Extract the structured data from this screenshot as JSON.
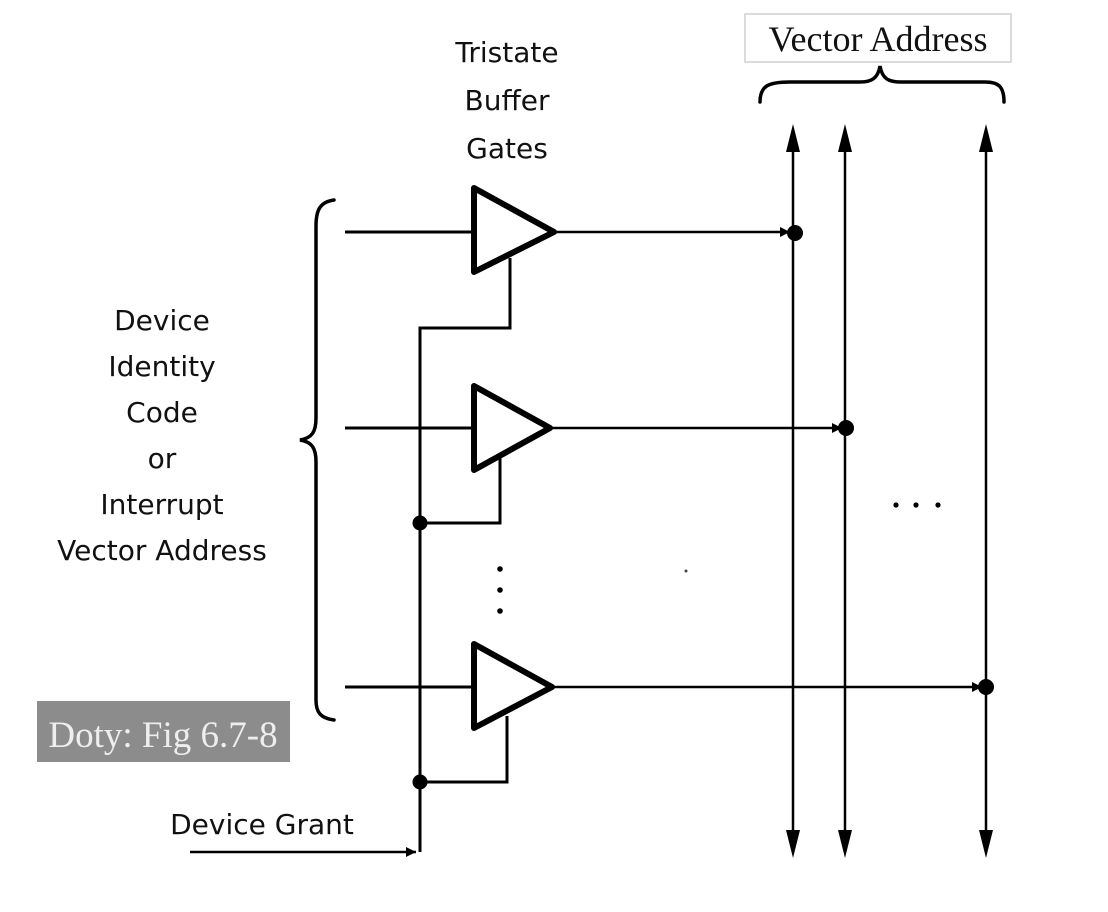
{
  "diagram": {
    "title_label": "Vector Address",
    "gates_label": [
      "Tristate",
      "Buffer",
      "Gates"
    ],
    "input_label": [
      "Device",
      "Identity",
      "Code",
      "or",
      "Interrupt",
      "Vector Address"
    ],
    "grant_label": "Device Grant",
    "caption": "Doty: Fig 6.7-8",
    "ellipsis_vertical": [
      "·",
      "·",
      "·"
    ],
    "ellipsis_horizontal": "· · ·",
    "gate_count_shown": 3,
    "bus_lines_shown": 3
  },
  "colors": {
    "caption_bg": "#8c8c8c",
    "caption_text": "#eeeeee",
    "line": "#000000"
  }
}
